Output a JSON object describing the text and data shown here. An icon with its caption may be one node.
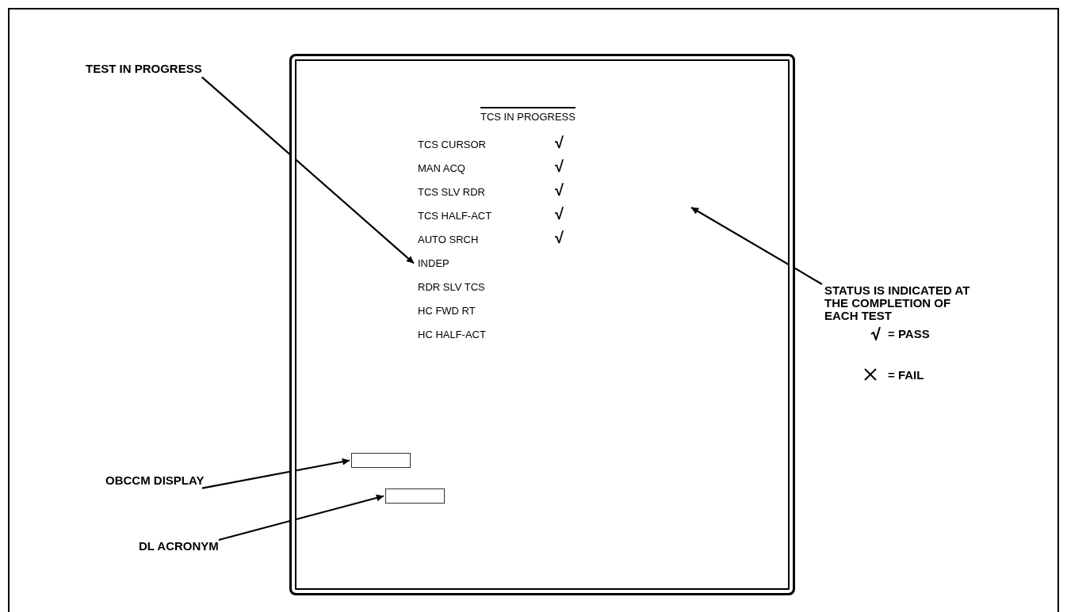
{
  "diagram": {
    "nodes": [
      {
        "text": [
          "TCS IN PROGRESS"
        ]
      },
      {
        "text": [
          "TCS CURSOR"
        ],
        "in": 0
      },
      {
        "text": [
          "MAN ACQ"
        ],
        "in": 0
      },
      {
        "text": [
          "TCS SLV RDR"
        ],
        "in": 0
      },
      {
        "text": [
          "TCS HALF-ACT"
        ],
        "in": 0
      },
      {
        "text": [
          "AUTO SRCH"
        ],
        "in": 0
      },
      {
        "text": [
          "INDEP"
        ],
        "in": 0
      },
      {
        "text": [
          "RDR SLV TCS"
        ],
        "in": 0
      },
      {
        "text": [
          "HC FWD RT"
        ],
        "in": 0
      },
      {
        "text": [
          "HC HALF-ACT"
        ],
        "in": 0
      },
      {
        "text": [],
        "shape": "box",
        "in": 0
      },
      {
        "text": [],
        "shape": "box",
        "in": 0
      },
      {
        "text": [
          "TEST IN PROGRESS"
        ]
      },
      {
        "text": [
          "OBCCM DISPLAY"
        ]
      },
      {
        "text": [
          "DL ACRONYM"
        ]
      },
      {
        "text": [
          "STATUS IS INDICATED AT THE COMPLETION OF EACH TEST"
        ]
      }
    ],
    "edges": [
      {
        "from": 12,
        "to": 6,
        "arrow": "to"
      },
      {
        "from": 15,
        "to": null,
        "arrow": "to"
      },
      {
        "from": 13,
        "to": 10,
        "arrow": "to"
      },
      {
        "from": 14,
        "to": 11,
        "arrow": "to"
      }
    ],
    "labels": [
      "√",
      "√",
      "√",
      "√",
      "√"
    ],
    "legend": [
      {
        "text": "= PASS"
      },
      {
        "text": "= FAIL"
      }
    ]
  }
}
